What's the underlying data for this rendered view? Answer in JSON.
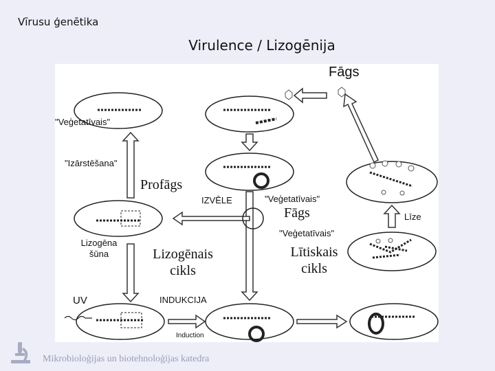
{
  "header": {
    "slide_label": "Vīrusu ģenētika",
    "title": "Virulence / Lizogēnija"
  },
  "diagram": {
    "labels": {
      "phage_top": "Fāgs",
      "vegetative_top": "\"Veģetatīvais\"",
      "excision": "\"Izārstēšana\"",
      "prophage": "Profāgs",
      "choice": "IZVĒLE",
      "vegetative_phage": "\"Veģetatīvais\"",
      "phage_mid": "Fāgs",
      "lysis": "Līze",
      "lysogenic_strain": "Lizogēna šūna",
      "vegetative_lytic": "\"Veģetatīvais\"",
      "lysogenic_cycle": "Lizogēnais cikls",
      "lytic_cycle": "Lītiskais cikls",
      "uv": "UV",
      "induction": "INDUKCIJA",
      "induction_small": "Induction"
    }
  },
  "footer": {
    "department": "Mikrobioloģijas un biotehnoloģijas katedra",
    "logo_icon": "microscope-icon"
  }
}
